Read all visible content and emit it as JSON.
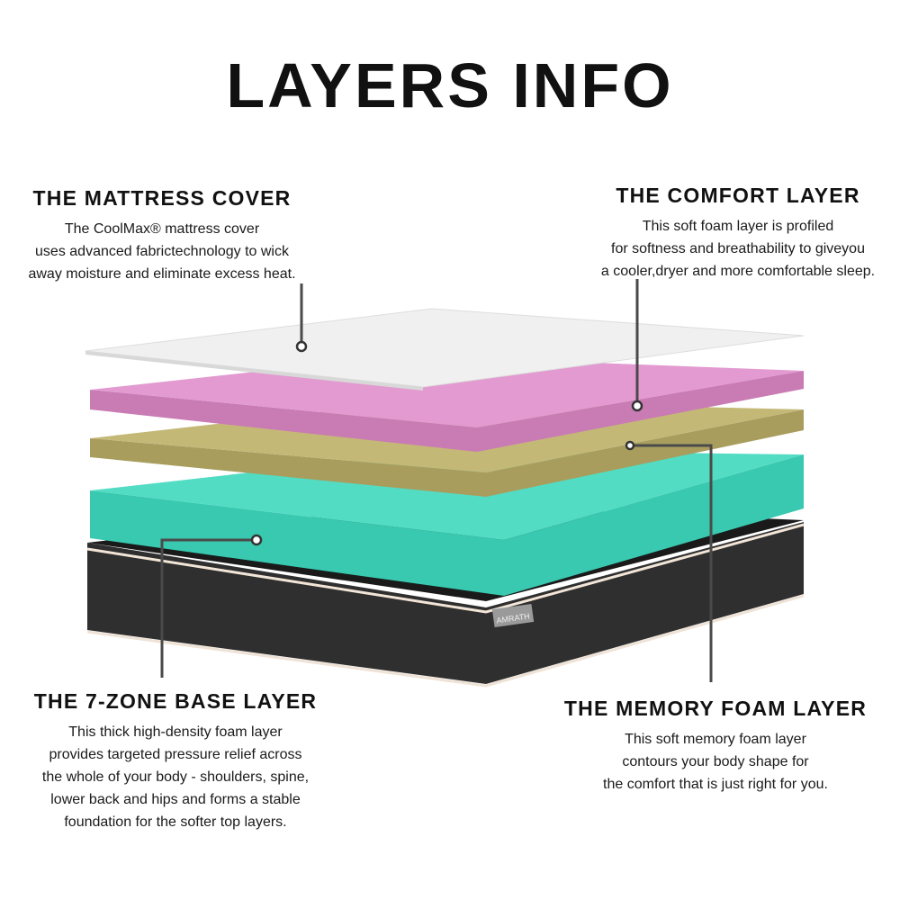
{
  "title": "LAYERS INFO",
  "brand_label": "AMRATH",
  "callouts": {
    "cover": {
      "heading": "THE MATTRESS COVER",
      "lines": [
        "The CoolMax® mattress cover",
        "uses advanced fabrictechnology to wick",
        "away moisture and eliminate excess heat."
      ]
    },
    "comfort": {
      "heading": "THE COMFORT LAYER",
      "lines": [
        "This soft foam layer is profiled",
        "for softness and breathability to giveyou",
        "a cooler,dryer and more comfortable sleep."
      ]
    },
    "base": {
      "heading": "THE 7-ZONE BASE LAYER",
      "lines": [
        "This thick high-density foam layer",
        "provides targeted pressure relief across",
        "the whole of your body - shoulders, spine,",
        "lower back and hips and forms a stable",
        "foundation for the softer top layers."
      ]
    },
    "memory": {
      "heading": "THE MEMORY FOAM LAYER",
      "lines": [
        "This soft memory foam layer",
        "contours your body shape for",
        "the comfort that is just right for you."
      ]
    }
  },
  "colors": {
    "cover": "#f2f2f2",
    "comfort": "#d98cc6",
    "memory": "#bcb070",
    "base_foam": "#3fd1b8",
    "base_fabric": "#2e2e2e"
  }
}
